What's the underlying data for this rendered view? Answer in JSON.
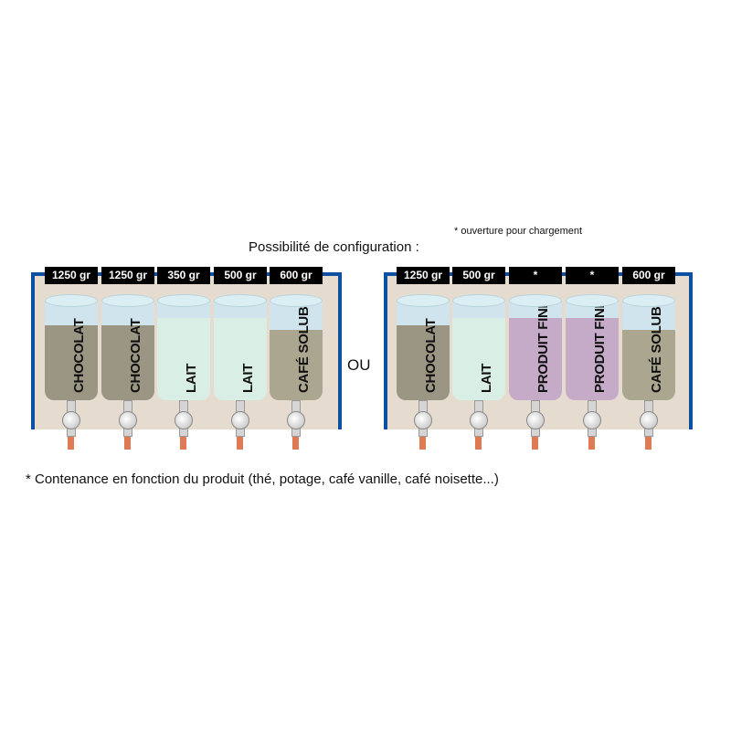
{
  "note": "* ouverture pour chargement",
  "title": "Possibilité de configuration :",
  "separator": "OU",
  "footnote": "* Contenance en fonction du produit (thé, potage, café vanille, café noisette...)",
  "colors": {
    "border": "#0d4fa0",
    "chocolat": "#9b9683",
    "lait": "#d9efe5",
    "produit": "#c6abc9",
    "cafe": "#aaa68f"
  },
  "configs": [
    {
      "canisters": [
        {
          "capacity": "1250 gr",
          "product": "CHOCOLAT",
          "kind": "chocolat",
          "fill": 0.75
        },
        {
          "capacity": "1250 gr",
          "product": "CHOCOLAT",
          "kind": "chocolat",
          "fill": 0.75
        },
        {
          "capacity": "350 gr",
          "product": "LAIT",
          "kind": "lait",
          "fill": 0.82
        },
        {
          "capacity": "500 gr",
          "product": "LAIT",
          "kind": "lait",
          "fill": 0.82
        },
        {
          "capacity": "600 gr",
          "product": "CAFÉ SOLUBLE",
          "kind": "cafe",
          "fill": 0.7
        }
      ]
    },
    {
      "canisters": [
        {
          "capacity": "1250 gr",
          "product": "CHOCOLAT",
          "kind": "chocolat",
          "fill": 0.75
        },
        {
          "capacity": "500 gr",
          "product": "LAIT",
          "kind": "lait",
          "fill": 0.82
        },
        {
          "capacity": "*",
          "product": "PRODUIT FINI*",
          "kind": "produit",
          "fill": 0.82
        },
        {
          "capacity": "*",
          "product": "PRODUIT FINI*",
          "kind": "produit",
          "fill": 0.82
        },
        {
          "capacity": "600 gr",
          "product": "CAFÉ SOLUBLE",
          "kind": "cafe",
          "fill": 0.7
        }
      ]
    }
  ]
}
